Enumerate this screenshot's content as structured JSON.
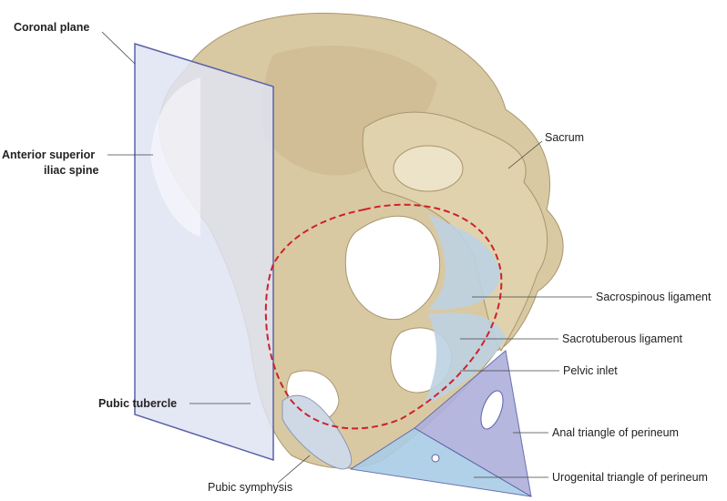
{
  "labels": {
    "coronal_plane": "Coronal plane",
    "asis_line1": "Anterior superior",
    "asis_line2": "iliac spine",
    "pubic_tubercle": "Pubic tubercle",
    "pubic_symphysis": "Pubic symphysis",
    "sacrum": "Sacrum",
    "sacrospinous": "Sacrospinous ligament",
    "sacrotuberous": "Sacrotuberous ligament",
    "pelvic_inlet": "Pelvic inlet",
    "anal_triangle": "Anal triangle of perineum",
    "urogenital_triangle": "Urogenital triangle of perineum"
  },
  "colors": {
    "bone": "#d9c9a3",
    "bone_shadow": "#b8a57c",
    "plane": "#dfe3f2",
    "plane_edge": "#5a62a8",
    "ligament": "#bcd2e2",
    "anal_triangle": "#aeb0dc",
    "urogenital_triangle": "#a9cde6",
    "inlet_line": "#d0202a"
  }
}
